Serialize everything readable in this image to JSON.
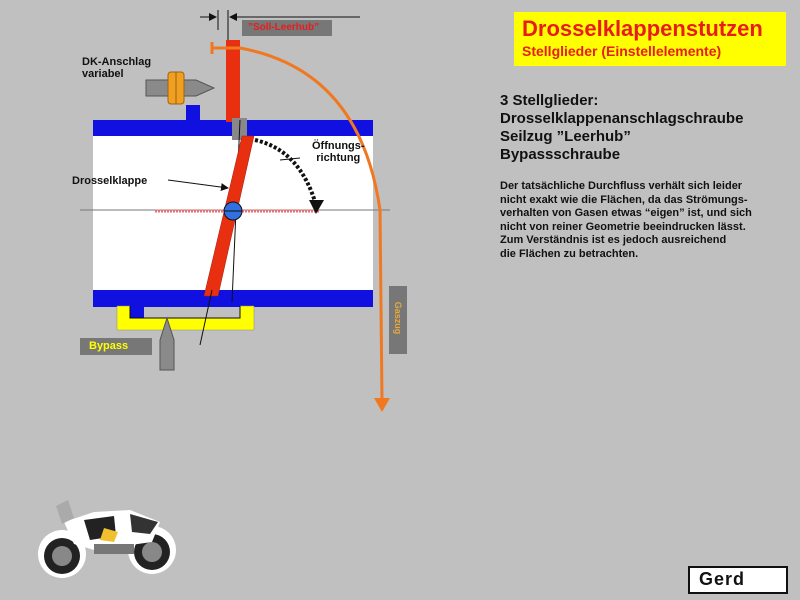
{
  "title": {
    "main": "Drosselklappenstutzen",
    "sub": "Stellglieder (Einstellelemente)"
  },
  "heading_lines": [
    "3 Stellglieder:",
    "Drosselklappenanschlagschraube",
    "Seilzug ”Leerhub”",
    "Bypassschraube"
  ],
  "description_lines": [
    "Der tatsächliche Durchfluss verhält sich leider",
    "nicht exakt wie die Flächen, da das Strömungs-",
    "verhalten von Gasen etwas “eigen” ist, und sich",
    "nicht von reiner Geometrie beeindrucken lässt.",
    "Zum Verständnis ist es jedoch ausreichend",
    "die Flächen zu betrachten."
  ],
  "labels": {
    "dk_anschlag_line1": "DK-Anschlag",
    "dk_anschlag_line2": "variabel",
    "drosselklappe": "Drosselklappe",
    "oeffnung_line1": "Öffnungs-",
    "oeffnung_line2": "richtung",
    "bypass": "Bypass",
    "soll_leerhub": "”Soll-Leerhub”",
    "seilzug": "Gaszug"
  },
  "logo": {
    "text": "Gerd"
  },
  "colors": {
    "background": "#c0c0c0",
    "title_box": "#ffff00",
    "title_text": "#e81c1c",
    "housing_blue": "#1010e0",
    "throttle_red": "#e83010",
    "bypass_yellow": "#ffff00",
    "cable_orange": "#f07820",
    "screw_gray": "#8a8a8a",
    "nut_orange": "#f0a020"
  },
  "icons": {
    "motorcycle": "motorcycle-icon"
  }
}
